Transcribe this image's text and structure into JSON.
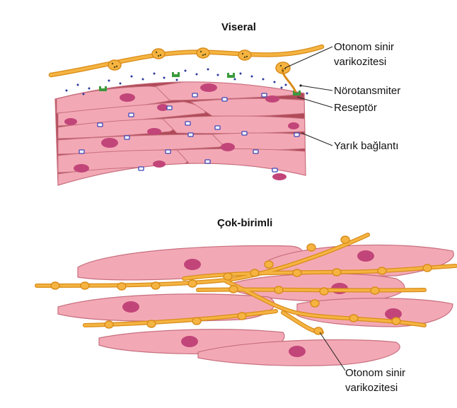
{
  "visceral": {
    "title": "Viseral",
    "labels": {
      "nerve_line1": "Otonom sinir",
      "nerve_line2": "varikozitesi",
      "neurotransmitter": "Nörotansmiter",
      "receptor": "Reseptör",
      "gap_junction": "Yarık bağlantı"
    }
  },
  "multiunit": {
    "title": "Çok-birimli",
    "labels": {
      "nerve_line1": "Otonom sinir",
      "nerve_line2": "varikozitesi"
    }
  },
  "colors": {
    "cell_fill": "#f3a9b5",
    "cell_outline": "#c76f7e",
    "nucleus": "#c2457a",
    "dark_gap": "#b04a58",
    "nerve_fill": "#f5b441",
    "nerve_outline": "#d98c1a",
    "varicosity_dots": "#5a4a10",
    "transmitter_dots": "#2b3a9a",
    "receptor": "#3a9a3a",
    "gap_junction": "#3c46b8"
  }
}
